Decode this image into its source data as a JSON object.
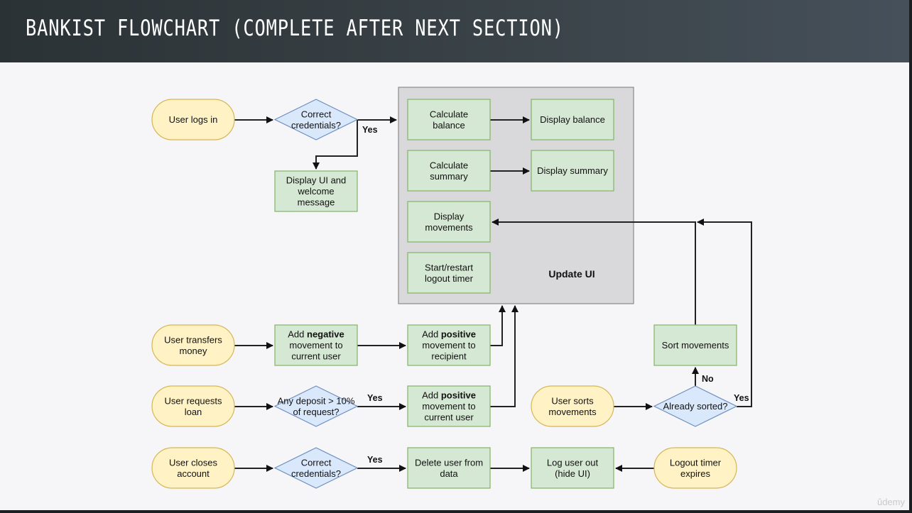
{
  "header": {
    "title": "BANKIST FLOWCHART (COMPLETE AFTER NEXT SECTION)"
  },
  "colors": {
    "start": "#fff2c4",
    "start_border": "#d6b656",
    "process": "#d5e8d4",
    "process_border": "#82b366",
    "decision": "#dae8fc",
    "decision_border": "#6c8ebf",
    "group": "#d9d8db",
    "group_border": "#8a8a8a"
  },
  "group": {
    "label": "Update UI"
  },
  "nodes": [
    {
      "id": "user-logs-in",
      "kind": "start",
      "lines": [
        "User logs in"
      ]
    },
    {
      "id": "correct-credentials-1",
      "kind": "decision",
      "lines": [
        "Correct",
        "credentials?"
      ]
    },
    {
      "id": "display-ui-welcome",
      "kind": "process",
      "lines": [
        "Display UI and",
        "welcome",
        "message"
      ]
    },
    {
      "id": "calculate-balance",
      "kind": "process",
      "lines": [
        "Calculate",
        "balance"
      ]
    },
    {
      "id": "display-balance",
      "kind": "process",
      "lines": [
        "Display balance"
      ]
    },
    {
      "id": "calculate-summary",
      "kind": "process",
      "lines": [
        "Calculate",
        "summary"
      ]
    },
    {
      "id": "display-summary",
      "kind": "process",
      "lines": [
        "Display summary"
      ]
    },
    {
      "id": "display-movements",
      "kind": "process",
      "lines": [
        "Display",
        "movements"
      ]
    },
    {
      "id": "logout-timer",
      "kind": "process",
      "lines": [
        "Start/restart",
        "logout timer"
      ]
    },
    {
      "id": "user-transfers-money",
      "kind": "start",
      "lines": [
        "User transfers",
        "money"
      ]
    },
    {
      "id": "add-negative-movement",
      "kind": "process",
      "lines": [
        [
          "Add ",
          {
            "b": "negative"
          }
        ],
        "movement to",
        "current user"
      ]
    },
    {
      "id": "add-positive-recipient",
      "kind": "process",
      "lines": [
        [
          "Add ",
          {
            "b": "positive"
          }
        ],
        "movement to",
        "recipient"
      ]
    },
    {
      "id": "user-requests-loan",
      "kind": "start",
      "lines": [
        "User requests",
        "loan"
      ]
    },
    {
      "id": "any-deposit",
      "kind": "decision",
      "lines": [
        "Any deposit > 10%",
        "of request?"
      ]
    },
    {
      "id": "add-positive-current",
      "kind": "process",
      "lines": [
        [
          "Add ",
          {
            "b": "positive"
          }
        ],
        "movement to",
        "current user"
      ]
    },
    {
      "id": "user-sorts-movements",
      "kind": "start",
      "lines": [
        "User sorts",
        "movements"
      ]
    },
    {
      "id": "already-sorted",
      "kind": "decision",
      "lines": [
        "Already sorted?"
      ]
    },
    {
      "id": "sort-movements",
      "kind": "process",
      "lines": [
        "Sort movements"
      ]
    },
    {
      "id": "user-closes-account",
      "kind": "start",
      "lines": [
        "User closes",
        "account"
      ]
    },
    {
      "id": "correct-credentials-2",
      "kind": "decision",
      "lines": [
        "Correct",
        "credentials?"
      ]
    },
    {
      "id": "delete-user",
      "kind": "process",
      "lines": [
        "Delete user from",
        "data"
      ]
    },
    {
      "id": "log-user-out",
      "kind": "process",
      "lines": [
        "Log user out",
        "(hide UI)"
      ]
    },
    {
      "id": "logout-timer-expires",
      "kind": "start",
      "lines": [
        "Logout timer",
        "expires"
      ]
    }
  ],
  "edge_labels": [
    {
      "id": "yes-login",
      "text": "Yes"
    },
    {
      "id": "yes-loan",
      "text": "Yes"
    },
    {
      "id": "no-sorted",
      "text": "No"
    },
    {
      "id": "yes-sorted",
      "text": "Yes"
    },
    {
      "id": "yes-close",
      "text": "Yes"
    }
  ],
  "watermark": "ûdemy"
}
